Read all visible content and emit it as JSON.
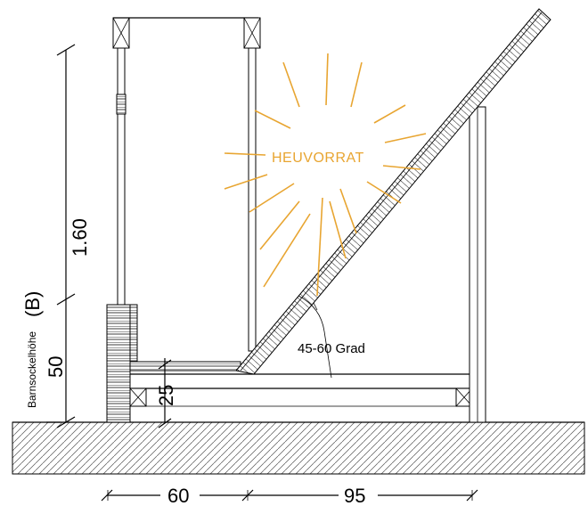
{
  "diagram": {
    "label_hay": "HEUVORRAT",
    "label_angle": "45-60 Grad",
    "dimensions": {
      "height_total": "1.60",
      "height_base": "50",
      "height_floor": "25",
      "width_left": "60",
      "width_right": "95",
      "label_base_name": "Barnsockelhöhe",
      "label_base_symbol": "(B)"
    },
    "colors": {
      "sun": "#e8a531",
      "lines": "#000000",
      "ground_hatch": "#555555"
    }
  }
}
